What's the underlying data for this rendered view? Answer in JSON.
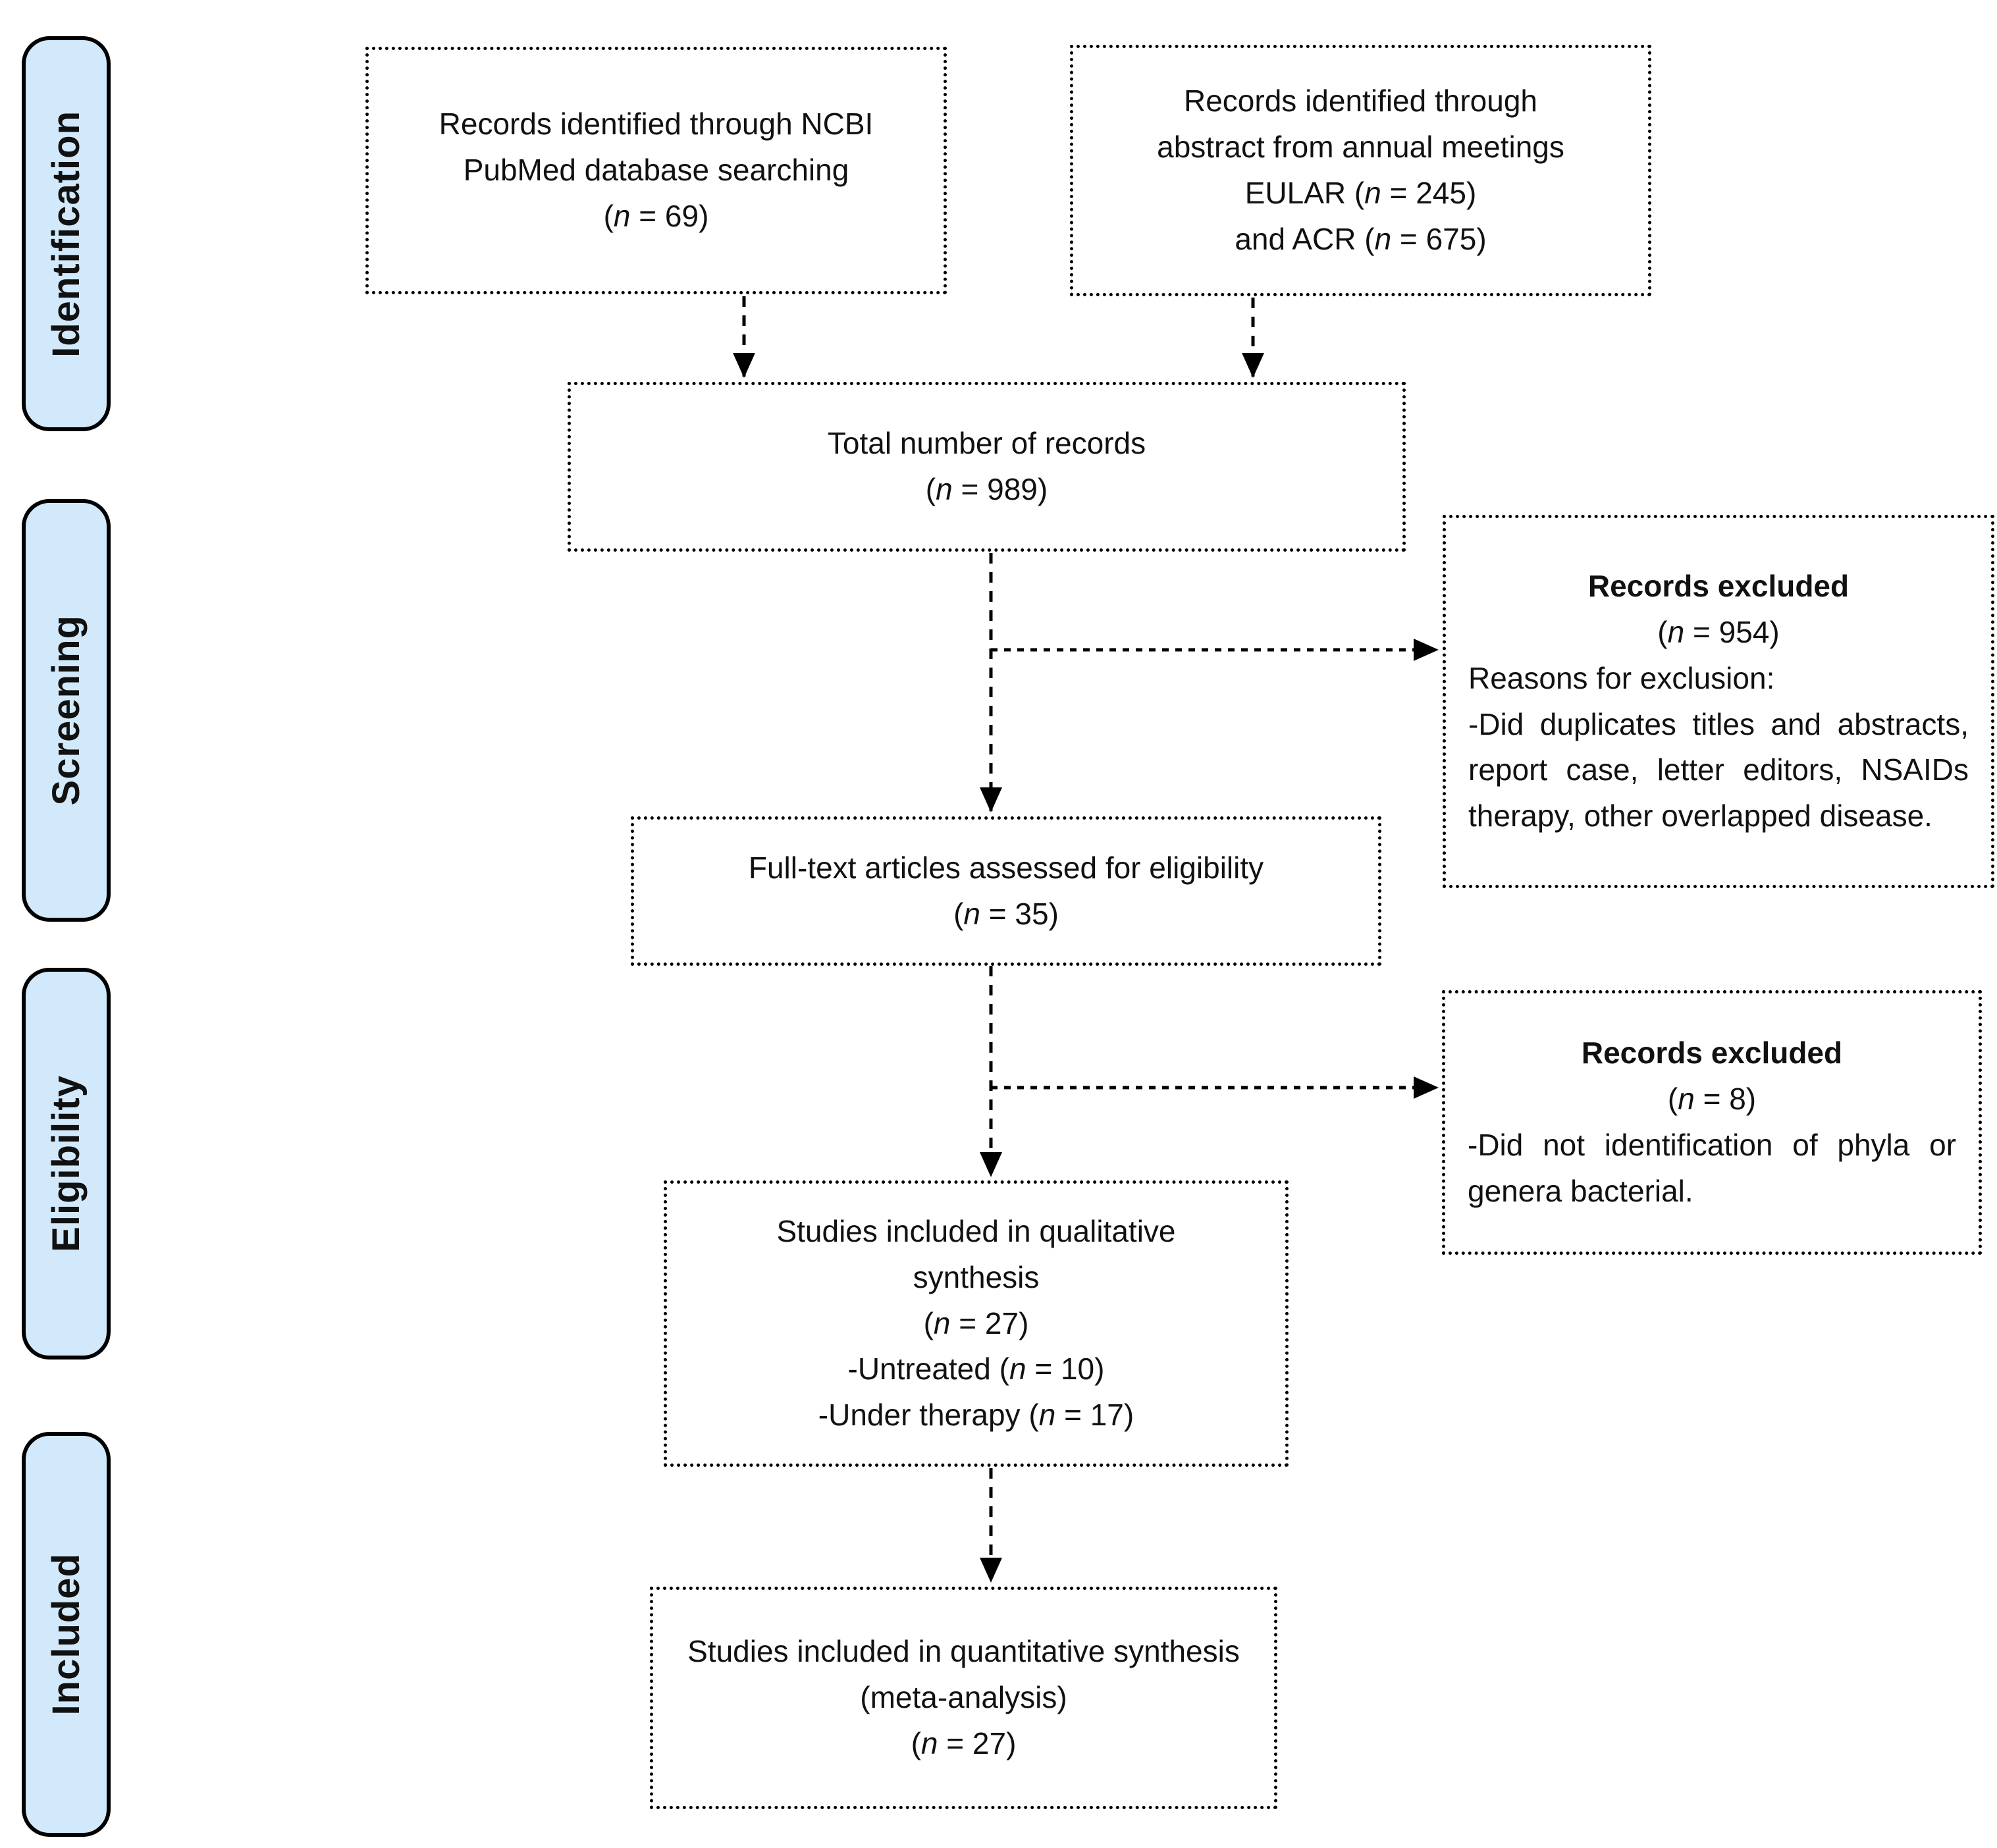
{
  "figure": {
    "kind": "PRISMA flow diagram",
    "colors": {
      "stage_fill": "#d2e9fb",
      "stage_border": "#000000",
      "box_border": "#000000",
      "text": "#111111"
    }
  },
  "stages": {
    "identification": "Identification",
    "screening": "Screening",
    "eligibility": "Eligibility",
    "included": "Included"
  },
  "boxes": {
    "pubmed": {
      "line1": "Records identified through NCBI",
      "line2": "PubMed database searching",
      "count": "(n = 69)"
    },
    "meetings": {
      "line1": "Records identified through",
      "line2": "abstract from annual meetings",
      "count_eular": "EULAR (n = 245)",
      "count_acr": "and ACR (n = 675)"
    },
    "total": {
      "line1": "Total number of records",
      "count": "(n = 989)"
    },
    "excluded1": {
      "title": "Records excluded",
      "count": "(n = 954)",
      "reasons_label": "Reasons for exclusion:",
      "reasons": "-Did duplicates titles and abstracts, report case, letter editors, NSAIDs therapy, other overlapped disease."
    },
    "fulltext": {
      "line1": "Full-text articles assessed for eligibility",
      "count": "(n = 35)"
    },
    "excluded2": {
      "title": "Records excluded",
      "count": "(n = 8)",
      "reason": "-Did not identification of phyla or genera bacterial."
    },
    "qualitative": {
      "line1": "Studies included in qualitative",
      "line2": "synthesis",
      "count": "(n = 27)",
      "sub1": "-Untreated (n = 10)",
      "sub2": "-Under therapy (n = 17)"
    },
    "quantitative": {
      "line1": "Studies included in quantitative synthesis",
      "line2": "(meta-analysis)",
      "count": "(n = 27)"
    }
  }
}
